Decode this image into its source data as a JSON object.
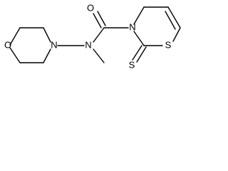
{
  "atoms": {
    "o_ring": "O",
    "n_morpholine": "N",
    "n_amide": "N",
    "o_carbonyl": "O",
    "n_thiazine": "N",
    "s_ring": "S",
    "s_thione": "S"
  },
  "colors": {
    "stroke": "#000000",
    "background": "#ffffff"
  }
}
